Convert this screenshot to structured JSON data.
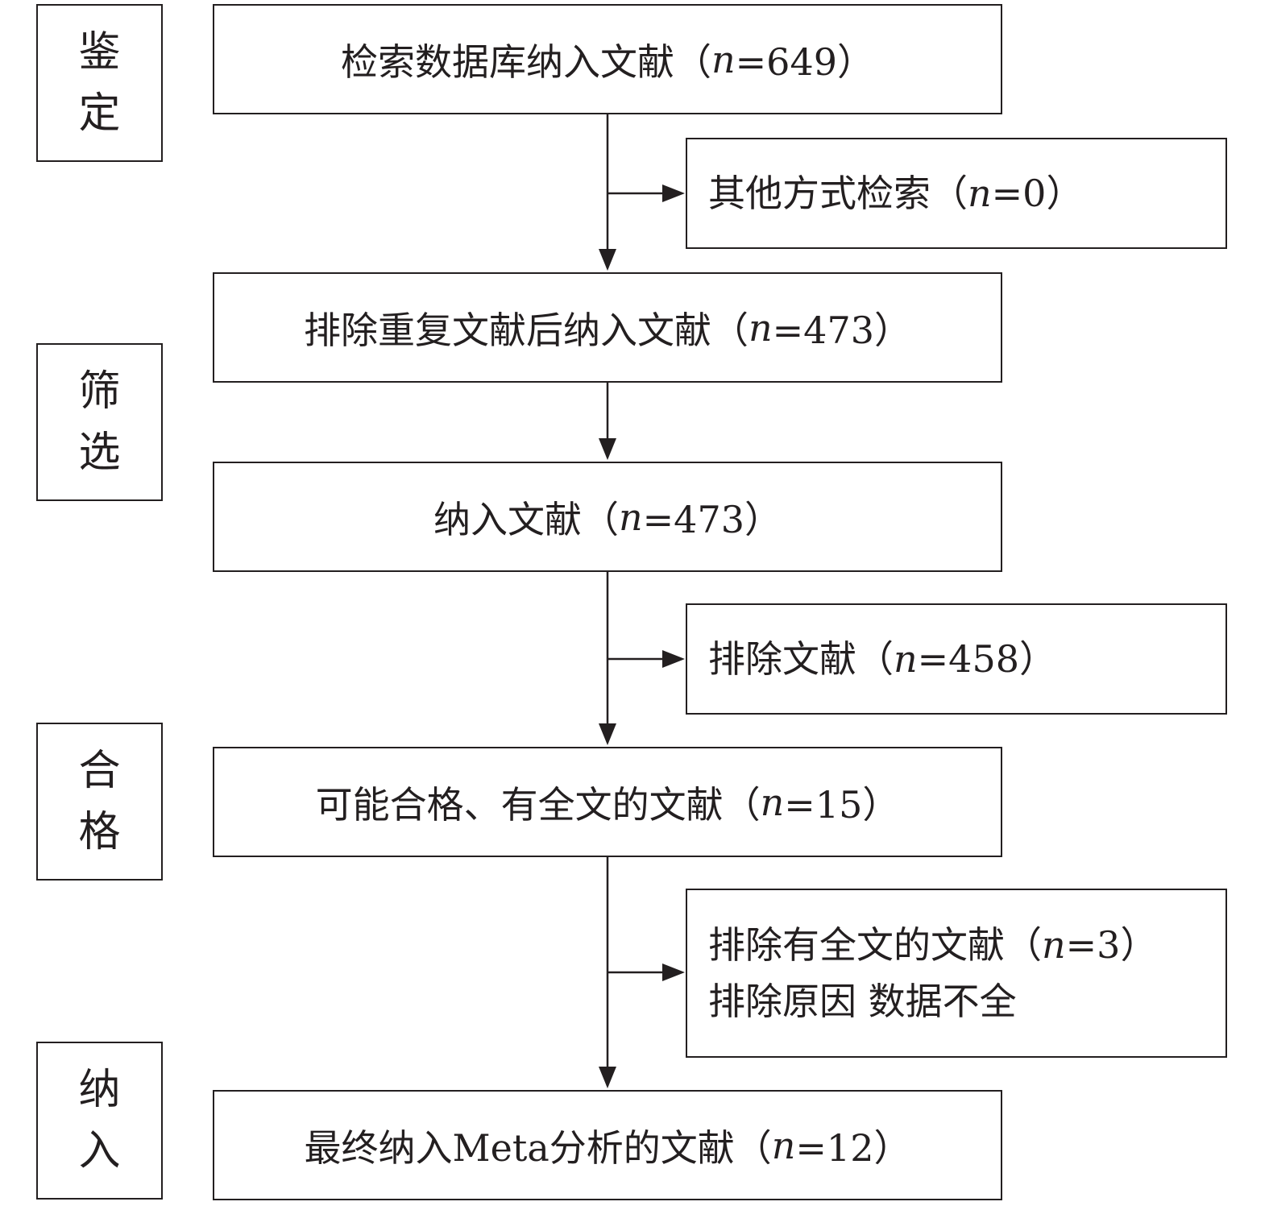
{
  "stages": [
    {
      "id": "identification",
      "chars": [
        "鉴",
        "定"
      ]
    },
    {
      "id": "screening",
      "chars": [
        "筛",
        "选"
      ]
    },
    {
      "id": "eligibility",
      "chars": [
        "合",
        "格"
      ]
    },
    {
      "id": "included",
      "chars": [
        "纳",
        "入"
      ]
    }
  ],
  "main_boxes": [
    {
      "id": "database-search",
      "text": "检索数据库纳入文献（",
      "n": "n",
      "value": "=649）"
    },
    {
      "id": "after-deduplication",
      "text": "排除重复文献后纳入文献（",
      "n": "n",
      "value": "=473）"
    },
    {
      "id": "records-screened",
      "text": "纳入文献（",
      "n": "n",
      "value": "=473）"
    },
    {
      "id": "full-text-eligible",
      "text": "可能合格、有全文的文献（",
      "n": "n",
      "value": "=15）"
    },
    {
      "id": "final-meta-analysis",
      "text": "最终纳入Meta分析的文献（",
      "n": "n",
      "value": "=12）"
    }
  ],
  "side_boxes": [
    {
      "id": "other-sources",
      "lines": [
        {
          "text": "其他方式检索（",
          "n": "n",
          "value": "=0）"
        }
      ]
    },
    {
      "id": "excluded-records",
      "lines": [
        {
          "text": "排除文献（",
          "n": "n",
          "value": "=458）"
        }
      ]
    },
    {
      "id": "excluded-full-text",
      "lines": [
        {
          "text": "排除有全文的文献（",
          "n": "n",
          "value": "=3）"
        },
        {
          "text": "排除原因 数据不全",
          "n": "",
          "value": ""
        }
      ]
    }
  ]
}
